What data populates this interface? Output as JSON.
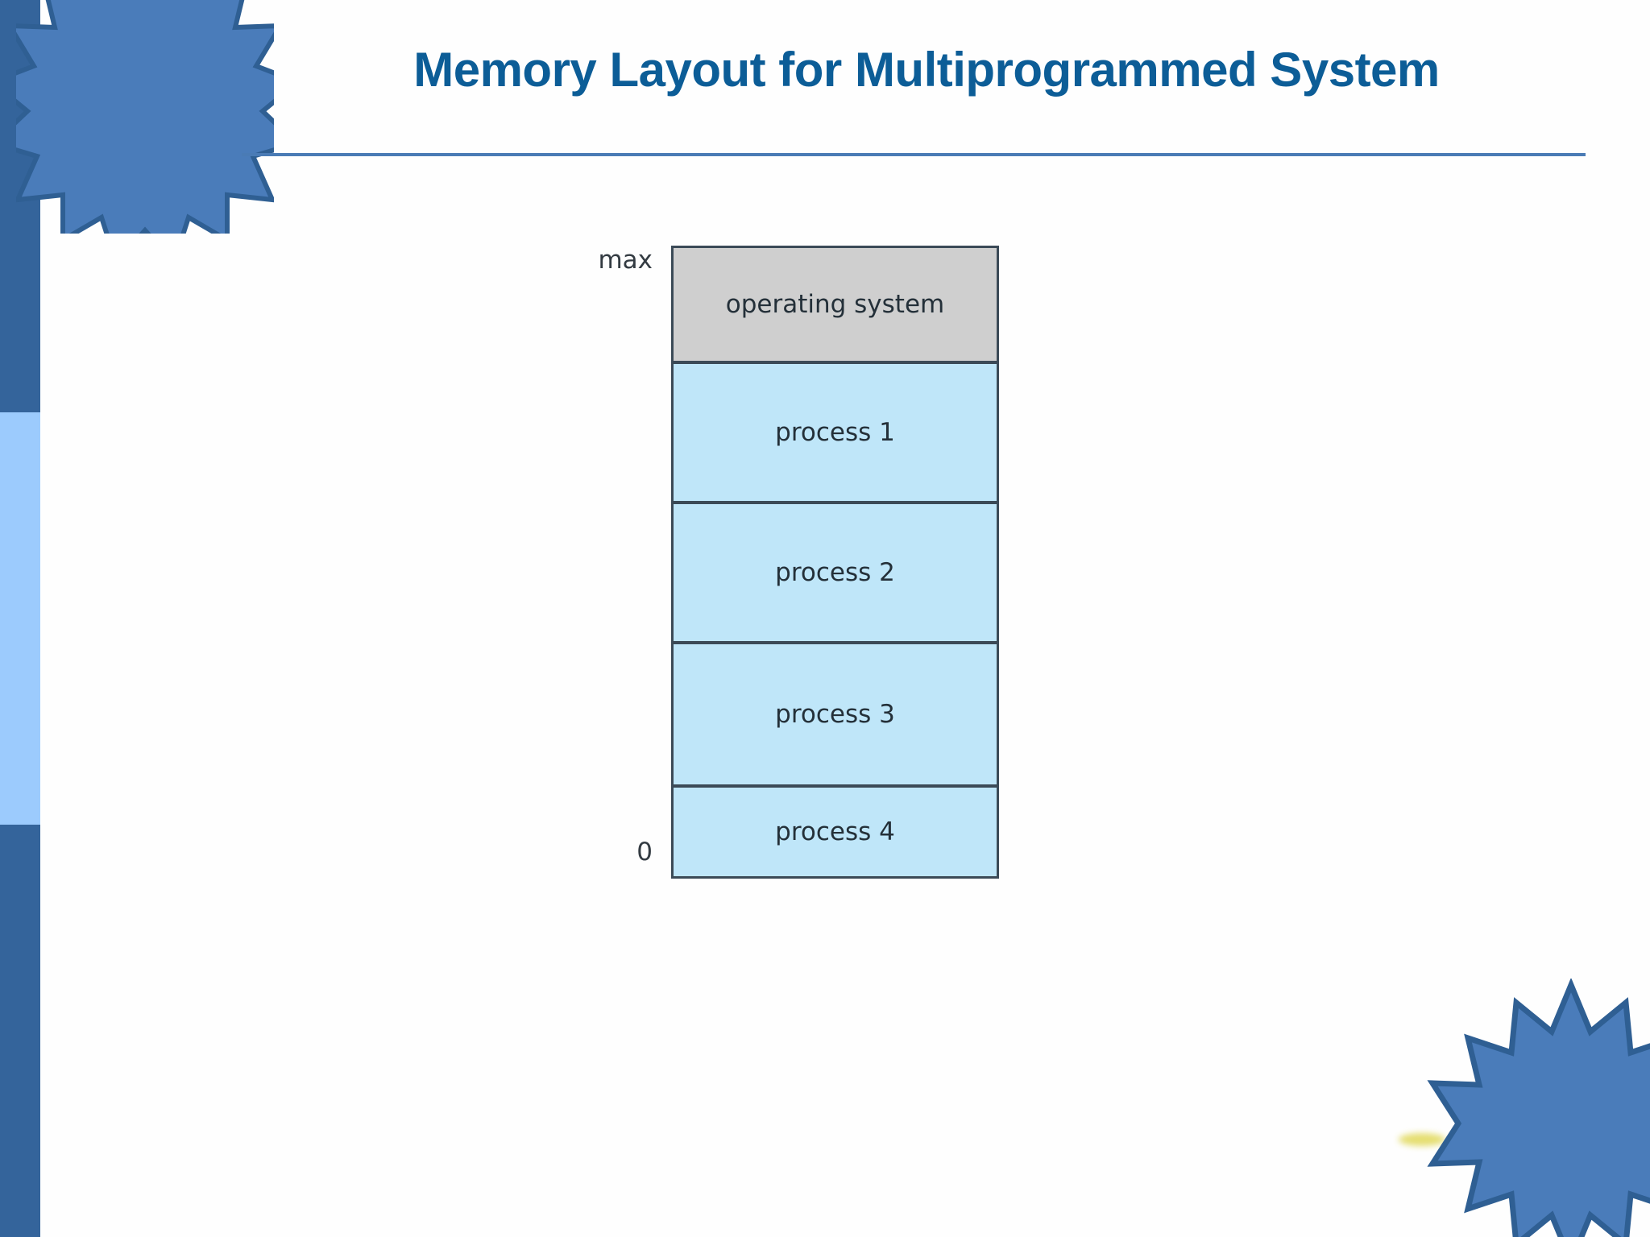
{
  "slide": {
    "title": "Memory Layout for Multiprogrammed System",
    "background_color": "#fefefe",
    "title_color": "#0C5D97",
    "rule_color": "#4A7BB5"
  },
  "sidebar": {
    "bands": [
      {
        "name": "band-top",
        "color": "#34649B"
      },
      {
        "name": "band-middle",
        "color": "#9CCBFD"
      },
      {
        "name": "band-bottom",
        "color": "#34649B"
      }
    ]
  },
  "decorations": {
    "burst_fill": "#4A7CBA",
    "burst_stroke": "#2F5F93",
    "top_burst_name": "starburst-top-left",
    "bottom_burst_name": "starburst-bottom-right"
  },
  "diagram": {
    "name": "memory-layout-diagram",
    "top_label": "max",
    "bottom_label": "0",
    "os_block_color": "#CFCFCF",
    "process_block_color": "#BFE6F9",
    "block_border_color": "#3B4A57",
    "blocks": [
      {
        "label": "operating system",
        "kind": "os"
      },
      {
        "label": "process 1",
        "kind": "process"
      },
      {
        "label": "process 2",
        "kind": "process"
      },
      {
        "label": "process 3",
        "kind": "process"
      },
      {
        "label": "process 4",
        "kind": "process"
      }
    ]
  }
}
